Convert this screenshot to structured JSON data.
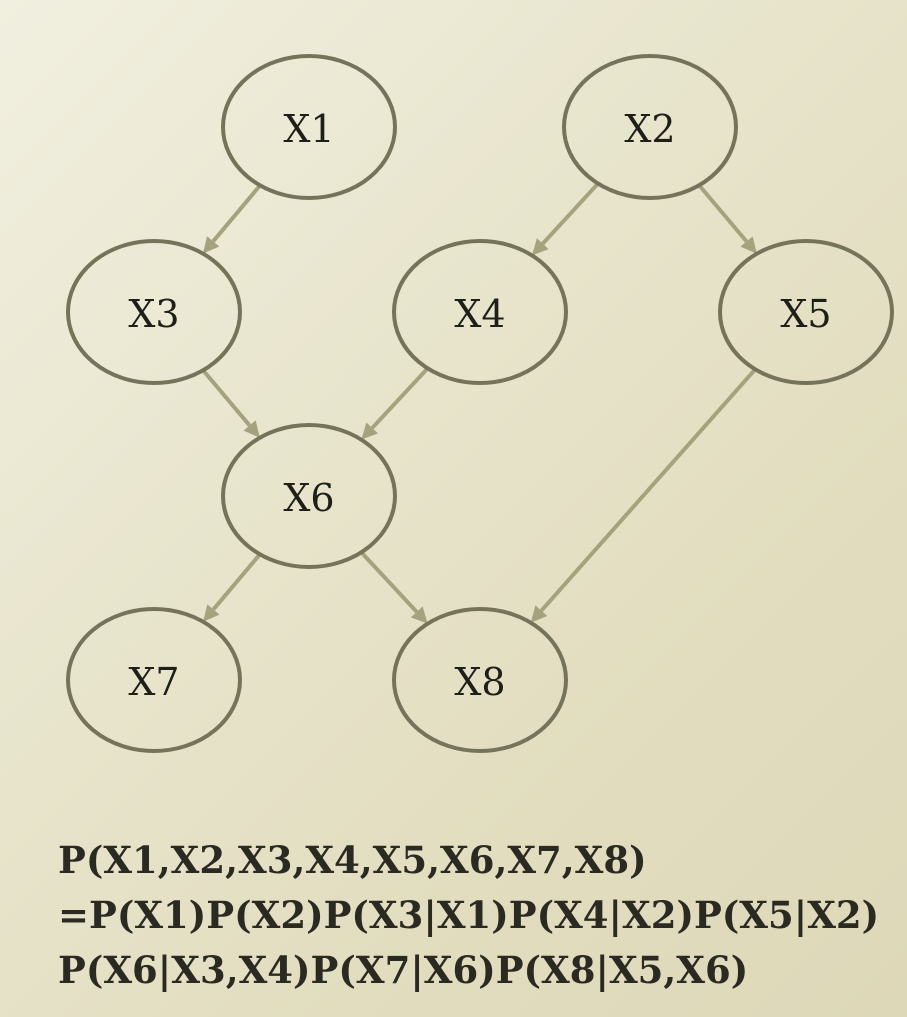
{
  "diagram": {
    "nodes": [
      {
        "id": "X1",
        "label": "X1"
      },
      {
        "id": "X2",
        "label": "X2"
      },
      {
        "id": "X3",
        "label": "X3"
      },
      {
        "id": "X4",
        "label": "X4"
      },
      {
        "id": "X5",
        "label": "X5"
      },
      {
        "id": "X6",
        "label": "X6"
      },
      {
        "id": "X7",
        "label": "X7"
      },
      {
        "id": "X8",
        "label": "X8"
      }
    ],
    "edges": [
      {
        "from": "X1",
        "to": "X3"
      },
      {
        "from": "X2",
        "to": "X4"
      },
      {
        "from": "X2",
        "to": "X5"
      },
      {
        "from": "X3",
        "to": "X6"
      },
      {
        "from": "X4",
        "to": "X6"
      },
      {
        "from": "X5",
        "to": "X8"
      },
      {
        "from": "X6",
        "to": "X7"
      },
      {
        "from": "X6",
        "to": "X8"
      }
    ]
  },
  "formula": {
    "line1": "P(X1,X2,X3,X4,X5,X6,X7,X8)",
    "line2": "=P(X1)P(X2)P(X3|X1)P(X4|X2)P(X5|X2)",
    "line3": "P(X6|X3,X4)P(X7|X6)P(X8|X5,X6)"
  }
}
